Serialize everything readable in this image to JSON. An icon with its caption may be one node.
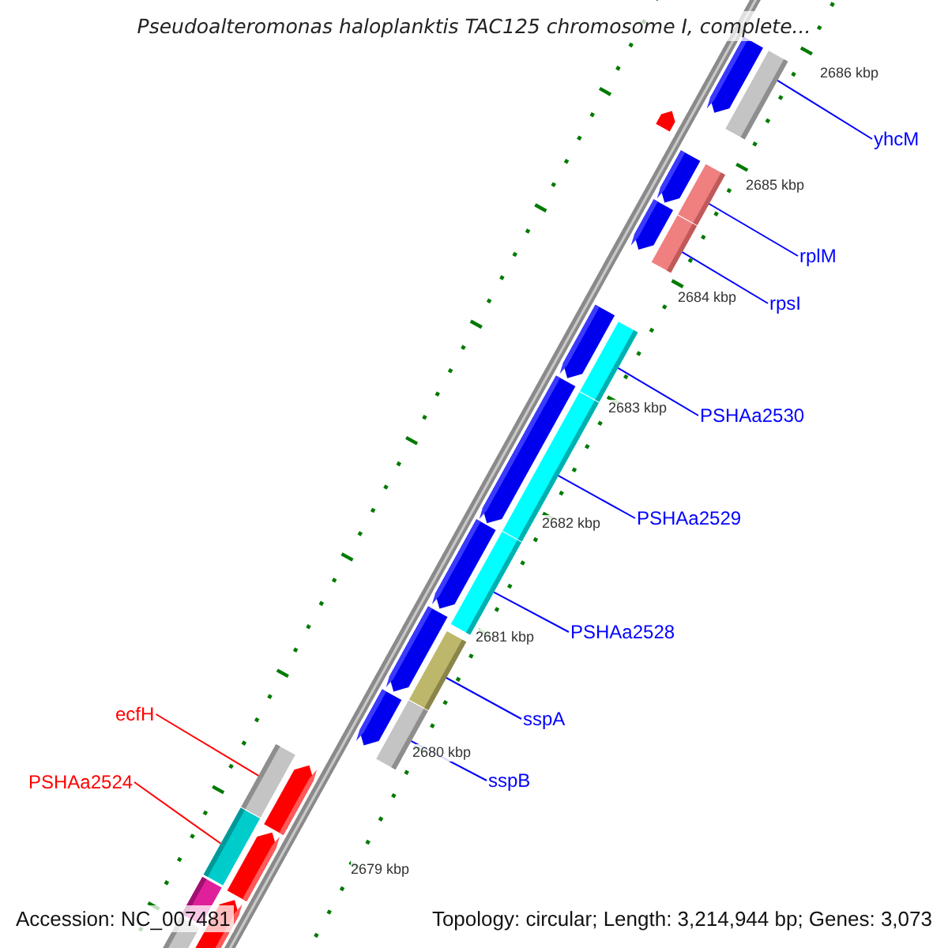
{
  "diagram": {
    "title": "Pseudoalteromonas haloplanktis TAC125 chromosome I, complete...",
    "nodes": [
      {
        "text": [
          "yhcM"
        ]
      },
      {
        "text": [],
        "shape": "bar"
      },
      {
        "text": [
          "rplM"
        ]
      },
      {
        "text": [],
        "shape": "bar"
      },
      {
        "text": [
          "rpsI"
        ]
      },
      {
        "text": [],
        "shape": "bar"
      },
      {
        "text": [
          "PSHAa2530"
        ]
      },
      {
        "text": [],
        "shape": "bar"
      },
      {
        "text": [
          "PSHAa2529"
        ]
      },
      {
        "text": [],
        "shape": "bar"
      },
      {
        "text": [
          "PSHAa2528"
        ]
      },
      {
        "text": [],
        "shape": "bar"
      },
      {
        "text": [
          "sspA"
        ]
      },
      {
        "text": [],
        "shape": "bar"
      },
      {
        "text": [
          "sspB"
        ]
      },
      {
        "text": [],
        "shape": "bar"
      },
      {
        "text": [
          "ecfH"
        ]
      },
      {
        "text": [],
        "shape": "bar"
      },
      {
        "text": [
          "PSHAa2524"
        ]
      },
      {
        "text": [],
        "shape": "bar"
      }
    ],
    "edges": [
      {
        "from": 0,
        "to": 1,
        "arrow": "none"
      },
      {
        "from": 2,
        "to": 3,
        "arrow": "none"
      },
      {
        "from": 4,
        "to": 5,
        "arrow": "none"
      },
      {
        "from": 6,
        "to": 7,
        "arrow": "none"
      },
      {
        "from": 8,
        "to": 9,
        "arrow": "none"
      },
      {
        "from": 10,
        "to": 11,
        "arrow": "none"
      },
      {
        "from": 12,
        "to": 13,
        "arrow": "none"
      },
      {
        "from": 14,
        "to": 15,
        "arrow": "none"
      },
      {
        "from": 16,
        "to": 17,
        "arrow": "none",
        "color": "#ff0000"
      },
      {
        "from": 18,
        "to": 19,
        "arrow": "none",
        "color": "#ff0000"
      }
    ],
    "labels": [
      "2686 kbp",
      "2685 kbp",
      "2684 kbp",
      "2683 kbp",
      "2682 kbp",
      "2681 kbp",
      "2680 kbp",
      "2679 kbp",
      "Accession: NC_007481",
      "Topology: circular; Length: 3,214,944 bp; Genes: 3,073"
    ]
  }
}
